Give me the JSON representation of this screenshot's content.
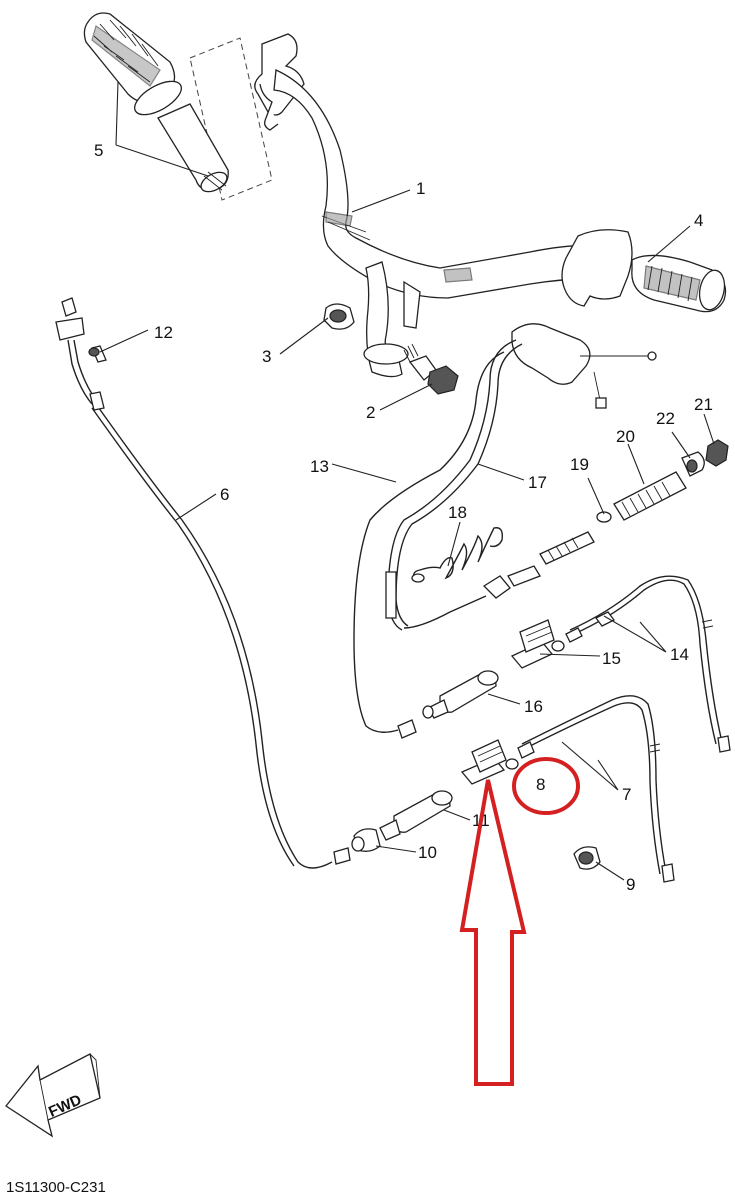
{
  "diagram": {
    "document_code": "1S11300-C231",
    "fwd_label": "FWD",
    "highlight_color": "#d42020",
    "line_color": "#222222",
    "parts": [
      {
        "id": "1",
        "label": "1"
      },
      {
        "id": "2",
        "label": "2"
      },
      {
        "id": "3",
        "label": "3"
      },
      {
        "id": "4",
        "label": "4"
      },
      {
        "id": "5",
        "label": "5"
      },
      {
        "id": "6",
        "label": "6"
      },
      {
        "id": "7",
        "label": "7"
      },
      {
        "id": "8",
        "label": "8"
      },
      {
        "id": "9",
        "label": "9"
      },
      {
        "id": "10",
        "label": "10"
      },
      {
        "id": "11",
        "label": "11"
      },
      {
        "id": "12",
        "label": "12"
      },
      {
        "id": "13",
        "label": "13"
      },
      {
        "id": "14",
        "label": "14"
      },
      {
        "id": "15",
        "label": "15"
      },
      {
        "id": "16",
        "label": "16"
      },
      {
        "id": "17",
        "label": "17"
      },
      {
        "id": "18",
        "label": "18"
      },
      {
        "id": "19",
        "label": "19"
      },
      {
        "id": "20",
        "label": "20"
      },
      {
        "id": "21",
        "label": "21"
      },
      {
        "id": "22",
        "label": "22"
      }
    ]
  }
}
